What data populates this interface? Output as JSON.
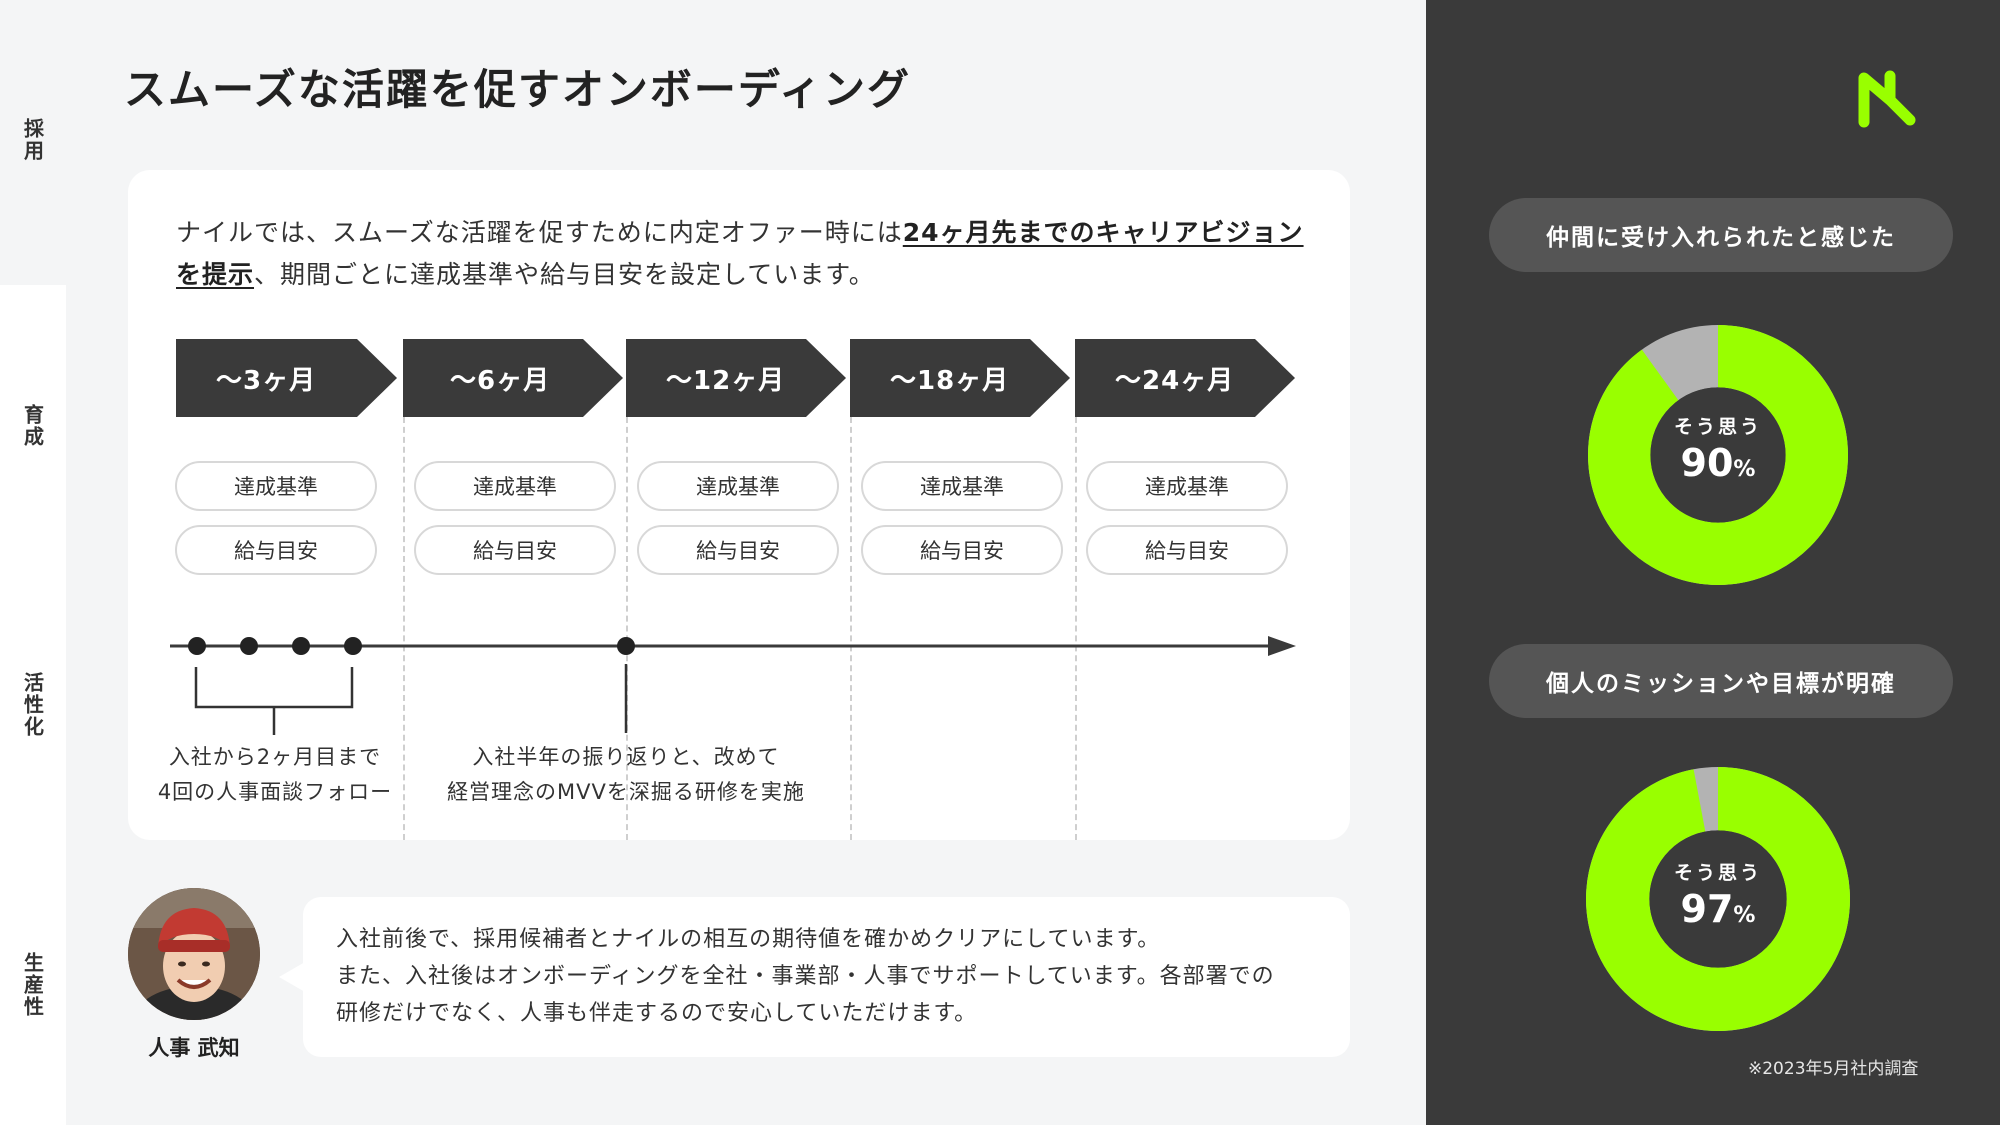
{
  "side_nav": [
    "採用",
    "育成",
    "活性化",
    "生産性"
  ],
  "title": "スムーズな活躍を促すオンボーディング",
  "intro": {
    "text_before": "ナイルでは、スムーズな活躍を促すために内定オファー時には",
    "emphasis": "24ヶ月先までのキャリアビジョンを提示",
    "text_after": "、期間ごとに達成基準や給与目安を設定しています。"
  },
  "phases": [
    {
      "label": "〜3ヶ月",
      "criteria": "達成基準",
      "salary": "給与目安"
    },
    {
      "label": "〜6ヶ月",
      "criteria": "達成基準",
      "salary": "給与目安"
    },
    {
      "label": "〜12ヶ月",
      "criteria": "達成基準",
      "salary": "給与目安"
    },
    {
      "label": "〜18ヶ月",
      "criteria": "達成基準",
      "salary": "給与目安"
    },
    {
      "label": "〜24ヶ月",
      "criteria": "達成基準",
      "salary": "給与目安"
    }
  ],
  "notes": [
    {
      "line1": "入社から2ヶ月目まで",
      "line2": "4回の人事面談フォロー"
    },
    {
      "line1": "入社半年の振り返りと、改めて",
      "line2": "経営理念のMVVを深掘る研修を実施"
    }
  ],
  "person": {
    "name": "人事 武知"
  },
  "quote": {
    "line1": "入社前後で、採用候補者とナイルの相互の期待値を確かめクリアにしています。",
    "line2": "また、入社後はオンボーディングを全社・事業部・人事でサポートしています。各部署での",
    "line3": "研修だけでなく、人事も伴走するので安心していただけます。"
  },
  "surveys": [
    {
      "label": "仲間に受け入れられたと感じた",
      "caption": "そう思う",
      "value": 90,
      "unit": "%"
    },
    {
      "label": "個人のミッションや目標が明確",
      "caption": "そう思う",
      "value": 97,
      "unit": "%"
    }
  ],
  "colors": {
    "accent": "#99ff00",
    "dark": "#3a3a3a",
    "rest": "#b3b3b3"
  },
  "footnote": "※2023年5月社内調査"
}
